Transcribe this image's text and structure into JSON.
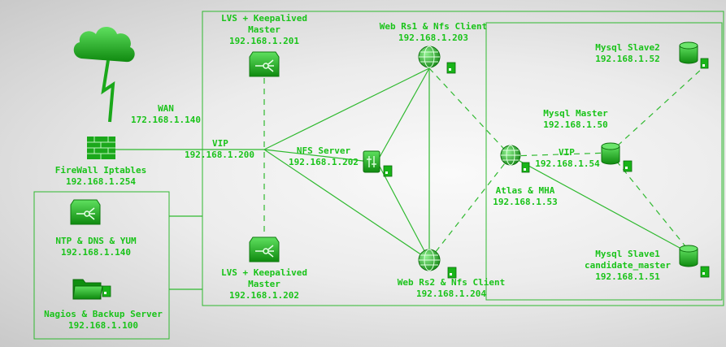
{
  "colors": {
    "accent": "#19c319",
    "line": "#2fb92f",
    "bg": "#e9e9e9"
  },
  "nodes": {
    "lvs_master": {
      "title": "LVS + Keepalived",
      "role": "Master",
      "ip": "192.168.1.201"
    },
    "lvs_backup": {
      "title": "LVS + Keepalived",
      "role": "Master",
      "ip": "192.168.1.202"
    },
    "web_rs1": {
      "title": "Web Rs1 & Nfs Client",
      "ip": "192.168.1.203"
    },
    "web_rs2": {
      "title": "Web Rs2 & Nfs Client",
      "ip": "192.168.1.204"
    },
    "nfs": {
      "title": "NFS Server",
      "ip": "192.168.1.202"
    },
    "wan": {
      "title": "WAN",
      "ip": "172.168.1.140"
    },
    "vip_lvs": {
      "title": "VIP",
      "ip": "192.168.1.200"
    },
    "firewall": {
      "title": "FireWall Iptables",
      "ip": "192.168.1.254"
    },
    "ntp": {
      "title": "NTP & DNS & YUM",
      "ip": "192.168.1.140"
    },
    "nagios": {
      "title": "Nagios & Backup Server",
      "ip": "192.168.1.100"
    },
    "atlas": {
      "title": "Atlas & MHA",
      "ip": "192.168.1.53"
    },
    "vip_mysql": {
      "title": "VIP",
      "ip": "192.168.1.54"
    },
    "mysql_master": {
      "title": "Mysql Master",
      "ip": "192.168.1.50"
    },
    "mysql_slave2": {
      "title": "Mysql Slave2",
      "ip": "192.168.1.52"
    },
    "mysql_slave1": {
      "title": "Mysql Slave1",
      "role": "candidate_master",
      "ip": "192.168.1.51"
    }
  },
  "icons": {
    "cloud": "cloud-icon",
    "firewall": "firewall-icon",
    "router": "router-icon",
    "globe": "globe-icon",
    "database": "database-icon",
    "folder": "folder-icon",
    "nfs": "nfs-server-icon",
    "tag": "status-tag-icon"
  }
}
